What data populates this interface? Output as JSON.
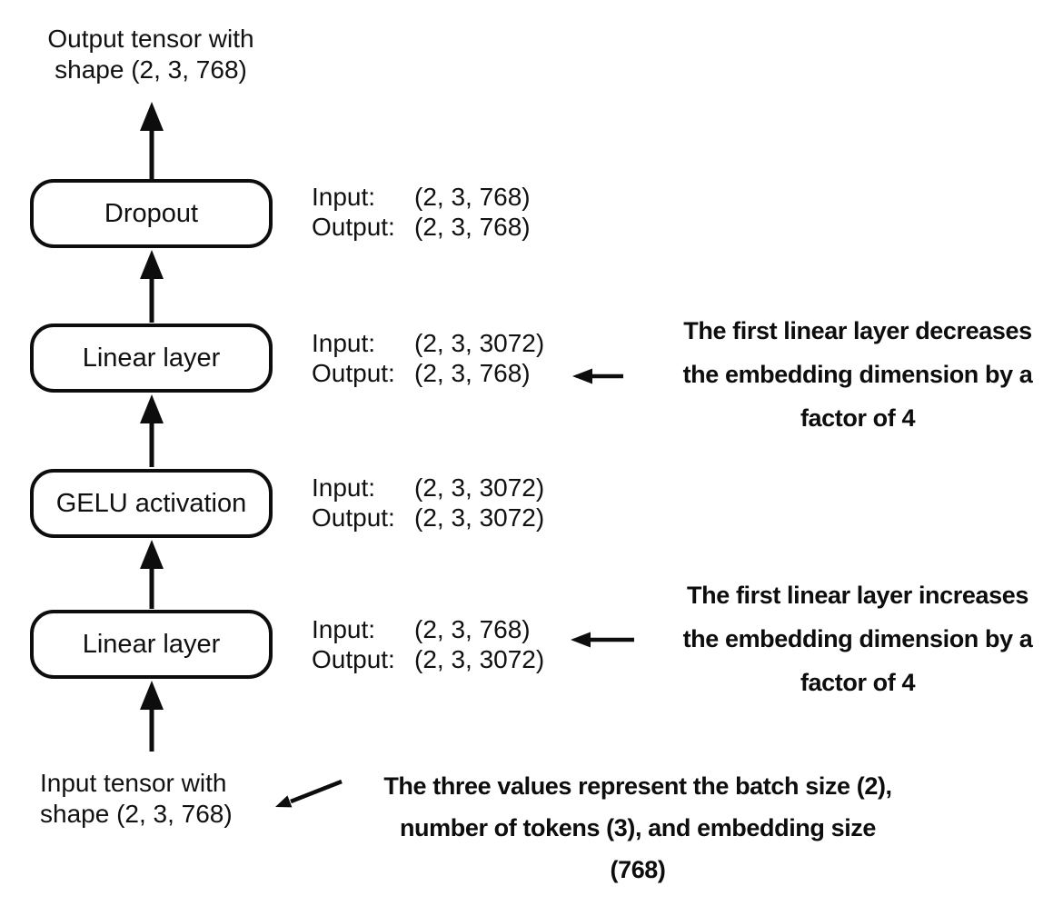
{
  "diagram": {
    "title_semantics": "feed-forward-block-tensor-shapes",
    "output_tensor_label": [
      "Output tensor with",
      "shape (2, 3, 768)"
    ],
    "input_tensor_label": [
      "Input tensor with",
      "shape (2, 3, 768)"
    ],
    "io_labels": {
      "input": "Input:",
      "output": "Output:"
    },
    "boxes": [
      {
        "label": "Dropout",
        "input": "(2, 3, 768)",
        "output": "(2, 3, 768)"
      },
      {
        "label": "Linear layer",
        "input": "(2, 3, 3072)",
        "output": "(2, 3, 768)"
      },
      {
        "label": "GELU activation",
        "input": "(2, 3, 3072)",
        "output": "(2, 3, 3072)"
      },
      {
        "label": "Linear layer",
        "input": "(2, 3, 768)",
        "output": "(2, 3, 3072)"
      }
    ],
    "annotations": [
      {
        "lines": [
          "The first linear layer decreases",
          "the embedding dimension by a",
          "factor of 4"
        ]
      },
      {
        "lines": [
          "The first linear layer increases",
          "the embedding dimension by a",
          "factor of 4"
        ]
      },
      {
        "lines": [
          "The three values represent the batch size (2),",
          "number of tokens (3), and embedding size",
          "(768)"
        ]
      }
    ],
    "colors": {
      "ink": "#0d0d0d",
      "background": "#ffffff"
    }
  }
}
